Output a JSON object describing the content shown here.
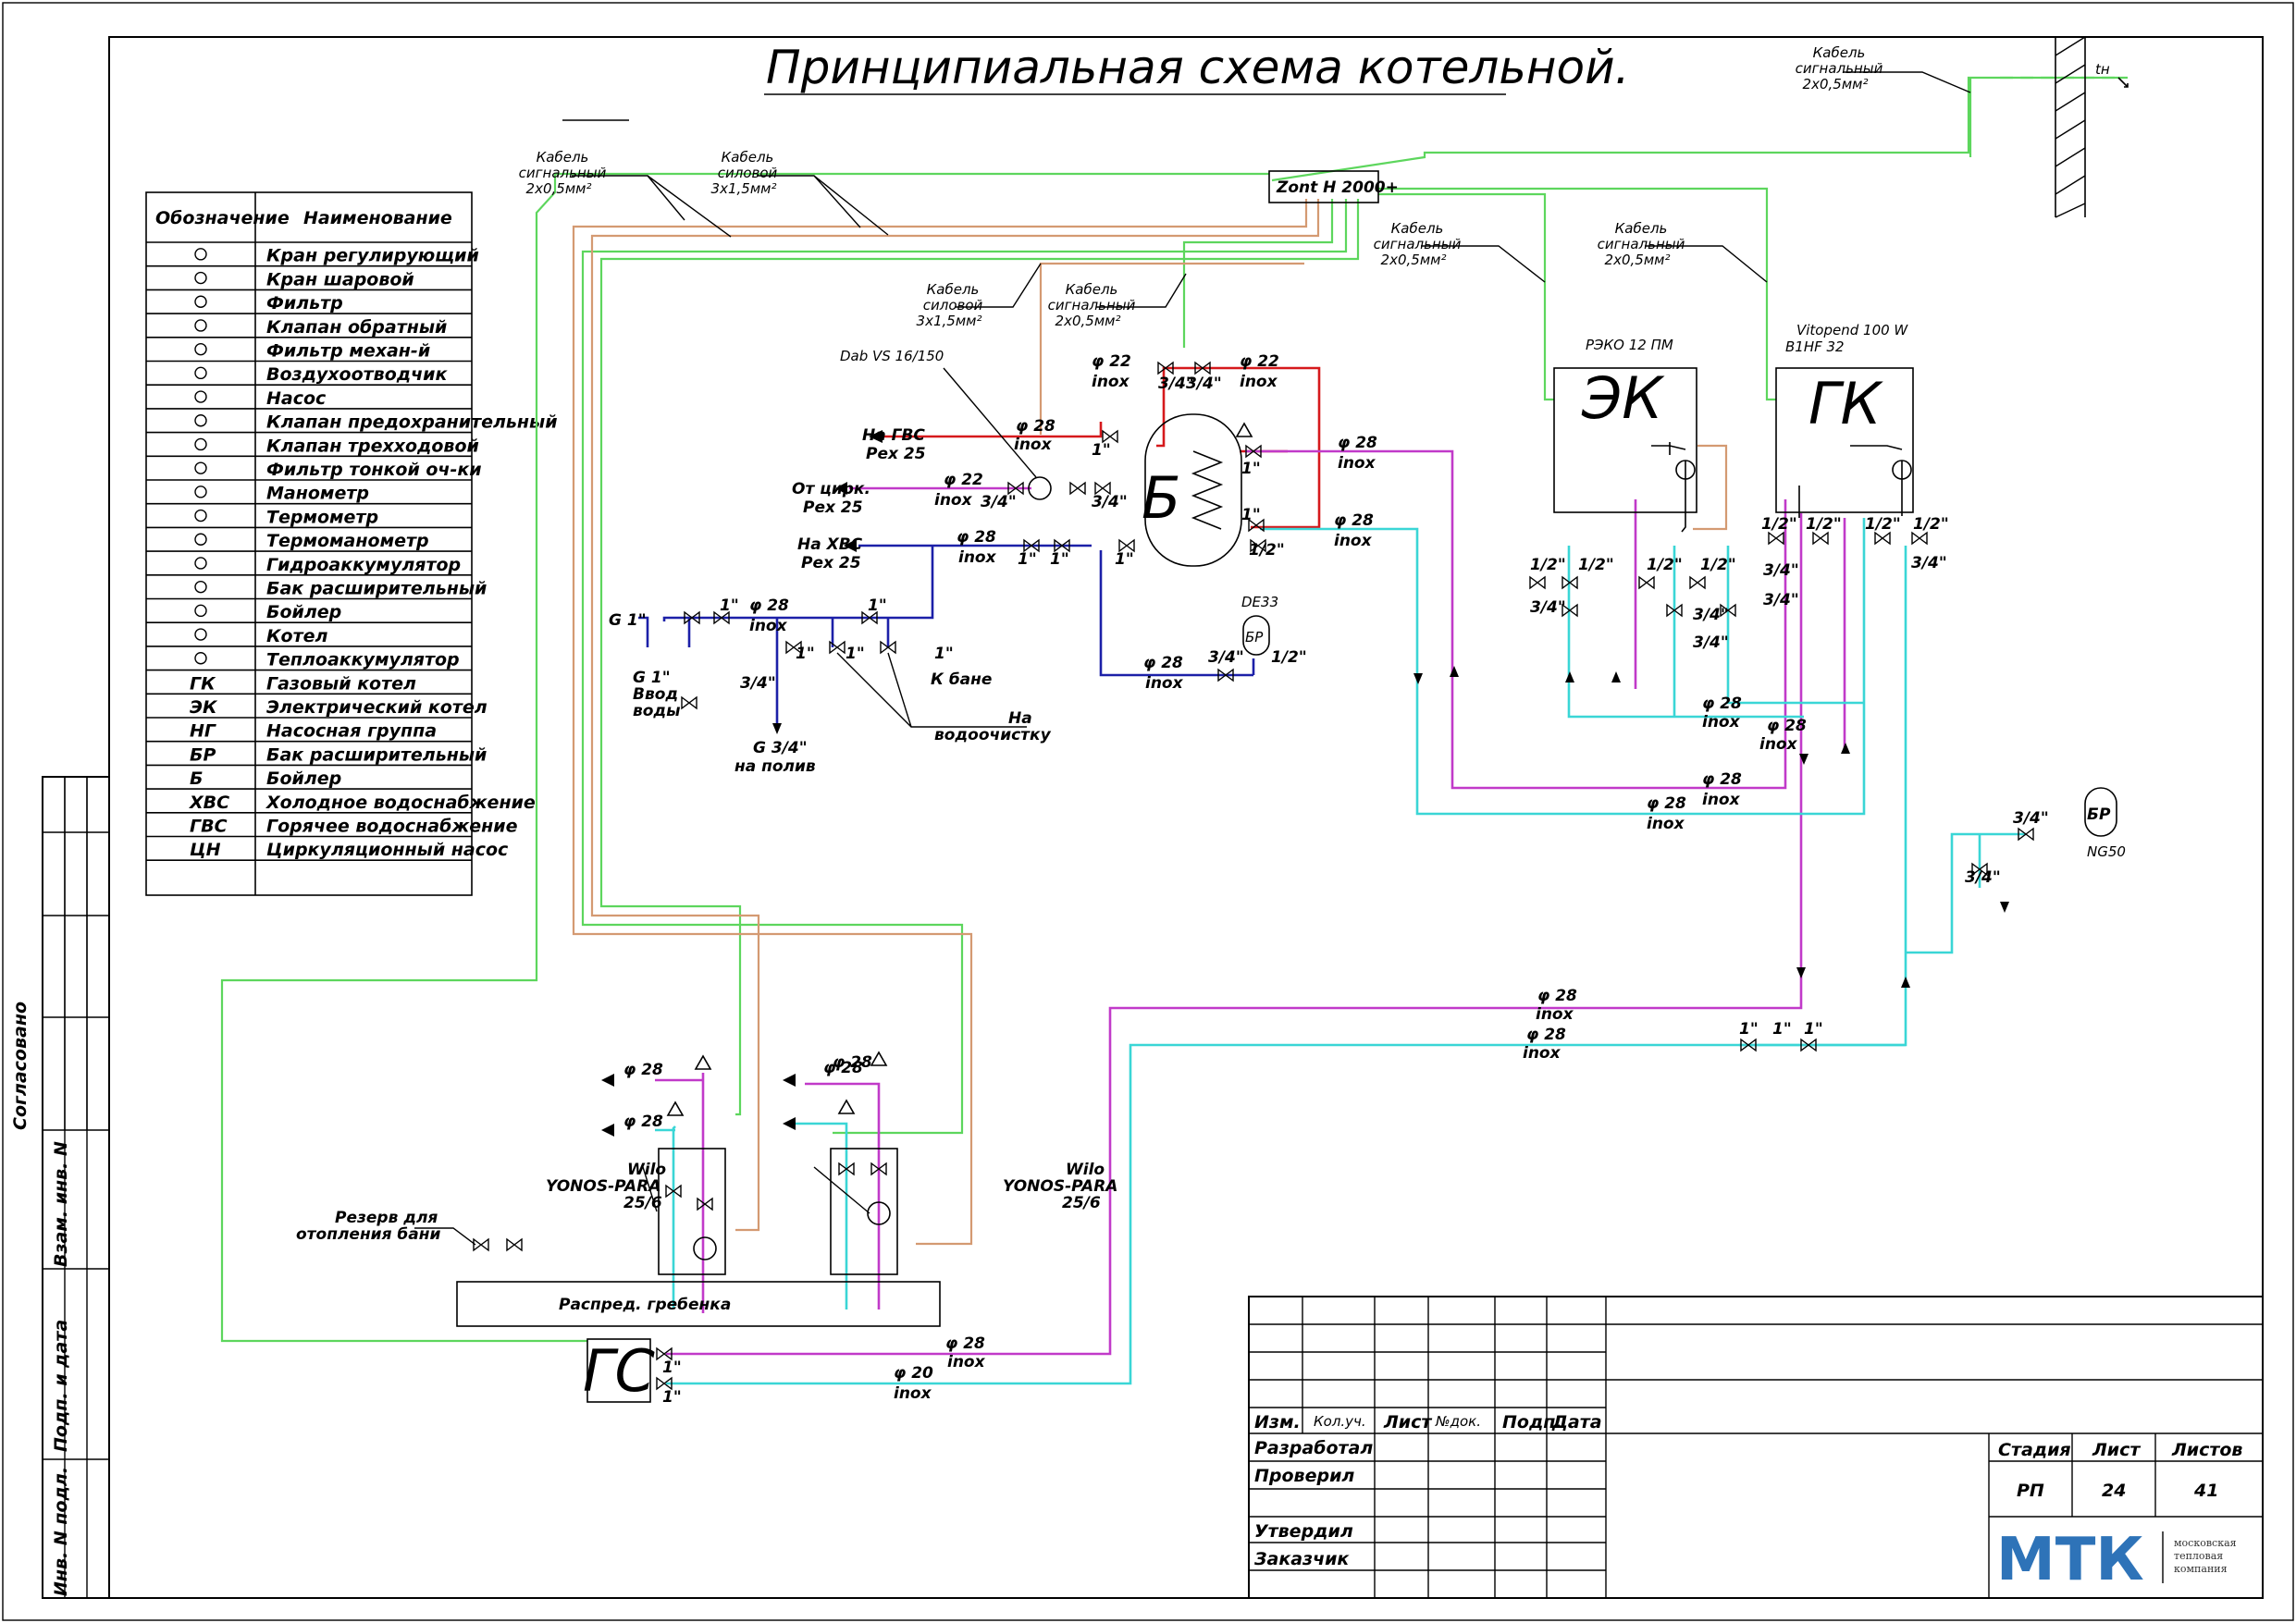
{
  "title": "Принципиальная схема котельной.",
  "legend": {
    "header_code": "Обозначение",
    "header_name": "Наименование",
    "rows": [
      "Кран регулирующий",
      "Кран шаровой",
      "Фильтр",
      "Клапан обратный",
      "Фильтр механ-й",
      "Воздухоотводчик",
      "Насос",
      "Клапан предохранительный",
      "Клапан трехходовой",
      "Фильтр тонкой оч-ки",
      "Манометр",
      "Термометр",
      "Термоманометр",
      "Гидроаккумулятор",
      "Бак расширительный",
      "Бойлер",
      "Котел",
      "Теплоаккумулятор"
    ],
    "abbreviations": [
      {
        "code": "ГК",
        "name": "Газовый котел"
      },
      {
        "code": "ЭК",
        "name": "Электрический котел"
      },
      {
        "code": "НГ",
        "name": "Насосная группа"
      },
      {
        "code": "БР",
        "name": "Бак расширительный"
      },
      {
        "code": "Б",
        "name": "Бойлер"
      },
      {
        "code": "ХВС",
        "name": "Холодное водоснабжение"
      },
      {
        "code": "ГВС",
        "name": "Горячее водоснабжение"
      },
      {
        "code": "ЦН",
        "name": "Циркуляционный насос"
      }
    ]
  },
  "cables": {
    "c1": [
      "Кабель",
      "сигнальный",
      "2х0,5мм²"
    ],
    "c2": [
      "Кабель",
      "силовой",
      "3х1,5мм²"
    ],
    "c3": [
      "Кабель",
      "силовой",
      "3х1,5мм²"
    ],
    "c4": [
      "Кабель",
      "сигнальный",
      "2х0,5мм²"
    ],
    "c5": [
      "Кабель",
      "сигнальный",
      "2х0,5мм²"
    ],
    "c6": [
      "Кабель",
      "сигнальный",
      "2х0,5мм²"
    ],
    "c7": [
      "Кабель",
      "сигнальный",
      "2х0,5мм²"
    ]
  },
  "controller": "Zont H 2000+",
  "sensor": "tн",
  "equipment": {
    "boiler_label": "Б",
    "ek_label": "ЭК",
    "ek_model": "РЭКО 12 ПМ",
    "gk_label": "ГК",
    "gk_model_1": "Vitopend 100 W",
    "gk_model_2": "B1HF 32",
    "gs_label": "ГС",
    "br_label": "БР",
    "br_model": "NG50",
    "br2_label": "БР",
    "br2_model": "DE33",
    "pump_model": "Dab VS 16/150",
    "manifold": "Распред. гребенка",
    "wilo_1": [
      "Wilo",
      "YONOS-PARA",
      "25/6"
    ],
    "wilo_2": [
      "Wilo",
      "YONOS-PARA",
      "25/6"
    ],
    "reserve": [
      "Резерв для",
      "отопления бани"
    ]
  },
  "pipe_labels": {
    "gvs": [
      "На ГВС",
      "Рex 25"
    ],
    "circ": [
      "От цирк.",
      "Рex 25"
    ],
    "hvs": [
      "На ХВС",
      "Рex 25"
    ],
    "input": [
      "G 1\"",
      "Ввод",
      "воды"
    ],
    "g1": "G 1\"",
    "watering": [
      "G 3/4\"",
      "на полив"
    ],
    "bath": "К бане",
    "cleaning": [
      "На",
      "водоочистку"
    ]
  },
  "sizes": {
    "d22": "φ 22",
    "d28": "φ 28",
    "d20": "φ 20",
    "inox": "inox",
    "s1": "1\"",
    "s34": "3/4\"",
    "s12": "1/2\""
  },
  "stamp": {
    "izm": "Изм.",
    "kol": "Кол.уч.",
    "list": "Лист",
    "ndok": "№док.",
    "podp": "Подп.",
    "data": "Дата",
    "razrab": "Разработал",
    "prover": "Проверил",
    "utverd": "Утвердил",
    "zakaz": "Заказчик",
    "stadiya": "Стадия",
    "list2": "Лист",
    "listov": "Листов",
    "stadiya_val": "РП",
    "list_val": "24",
    "listov_val": "41",
    "logo": "МТК",
    "logo_sub": [
      "московская",
      "тепловая",
      "компания"
    ]
  },
  "side_stamp": {
    "sogl": "Согласовано",
    "vzam": "Взам. инв. N",
    "podp": "Подп. и дата",
    "inv": "Инв. N подл."
  }
}
